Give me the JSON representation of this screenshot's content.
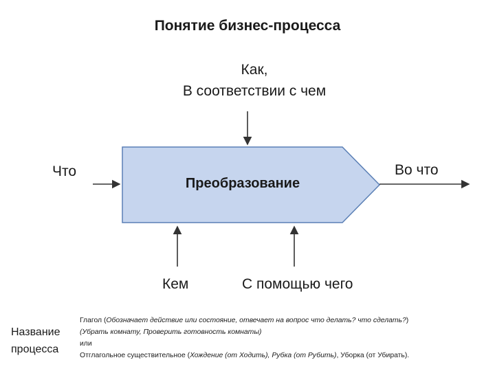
{
  "title": "Понятие бизнес-процесса",
  "inputs": {
    "how_line1": "Как,",
    "how_line2": "В соответствии с чем",
    "what": "Что",
    "into": "Во что",
    "who": "Кем",
    "means": "С помощью чего"
  },
  "process": {
    "label": "Преобразование",
    "fill_color": "#c6d5ee",
    "stroke_color": "#5a7fb5"
  },
  "naming": {
    "label_line1": "Название",
    "label_line2": "процесса",
    "verb_prefix": "Глагол (",
    "verb_desc": "Обозначает действие или состояние, отвечает на вопрос что делать? что сделать?",
    "verb_suffix": ")",
    "examples": "(Убрать комнату, Проверить готовность комнаты)",
    "or": "или",
    "noun_prefix": "Отглагольное существительное (",
    "noun_ex1": "Хождение (от Ходить), Рубка (от Рубить)",
    "noun_ex2": ", Уборка (от Убирать)."
  }
}
